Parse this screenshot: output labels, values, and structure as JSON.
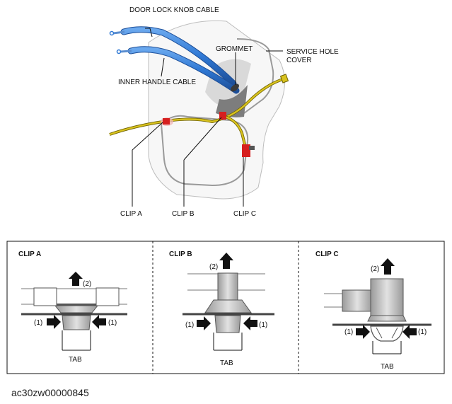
{
  "labels": {
    "door_lock_knob_cable": "DOOR LOCK KNOB CABLE",
    "grommet": "GROMMET",
    "service_hole_cover_1": "SERVICE HOLE",
    "service_hole_cover_2": "COVER",
    "inner_handle_cable": "INNER HANDLE CABLE",
    "clip_a": "CLIP A",
    "clip_b": "CLIP B",
    "clip_c": "CLIP C"
  },
  "panels": [
    {
      "title": "CLIP A",
      "step_press": "(1)",
      "step_pull": "(2)",
      "tab": "TAB"
    },
    {
      "title": "CLIP B",
      "step_press": "(1)",
      "step_pull": "(2)",
      "tab": "TAB"
    },
    {
      "title": "CLIP C",
      "step_press": "(1)",
      "step_pull": "(2)",
      "tab": "TAB"
    }
  ],
  "figure_code": "ac30zw00000845",
  "colors": {
    "cable_blue": "#2f78d4",
    "wire_yellow": "#d8c21e",
    "clip_red": "#d61f1f",
    "clip_gray": "#c9c9c9",
    "line_gray": "#8a8a8a"
  }
}
